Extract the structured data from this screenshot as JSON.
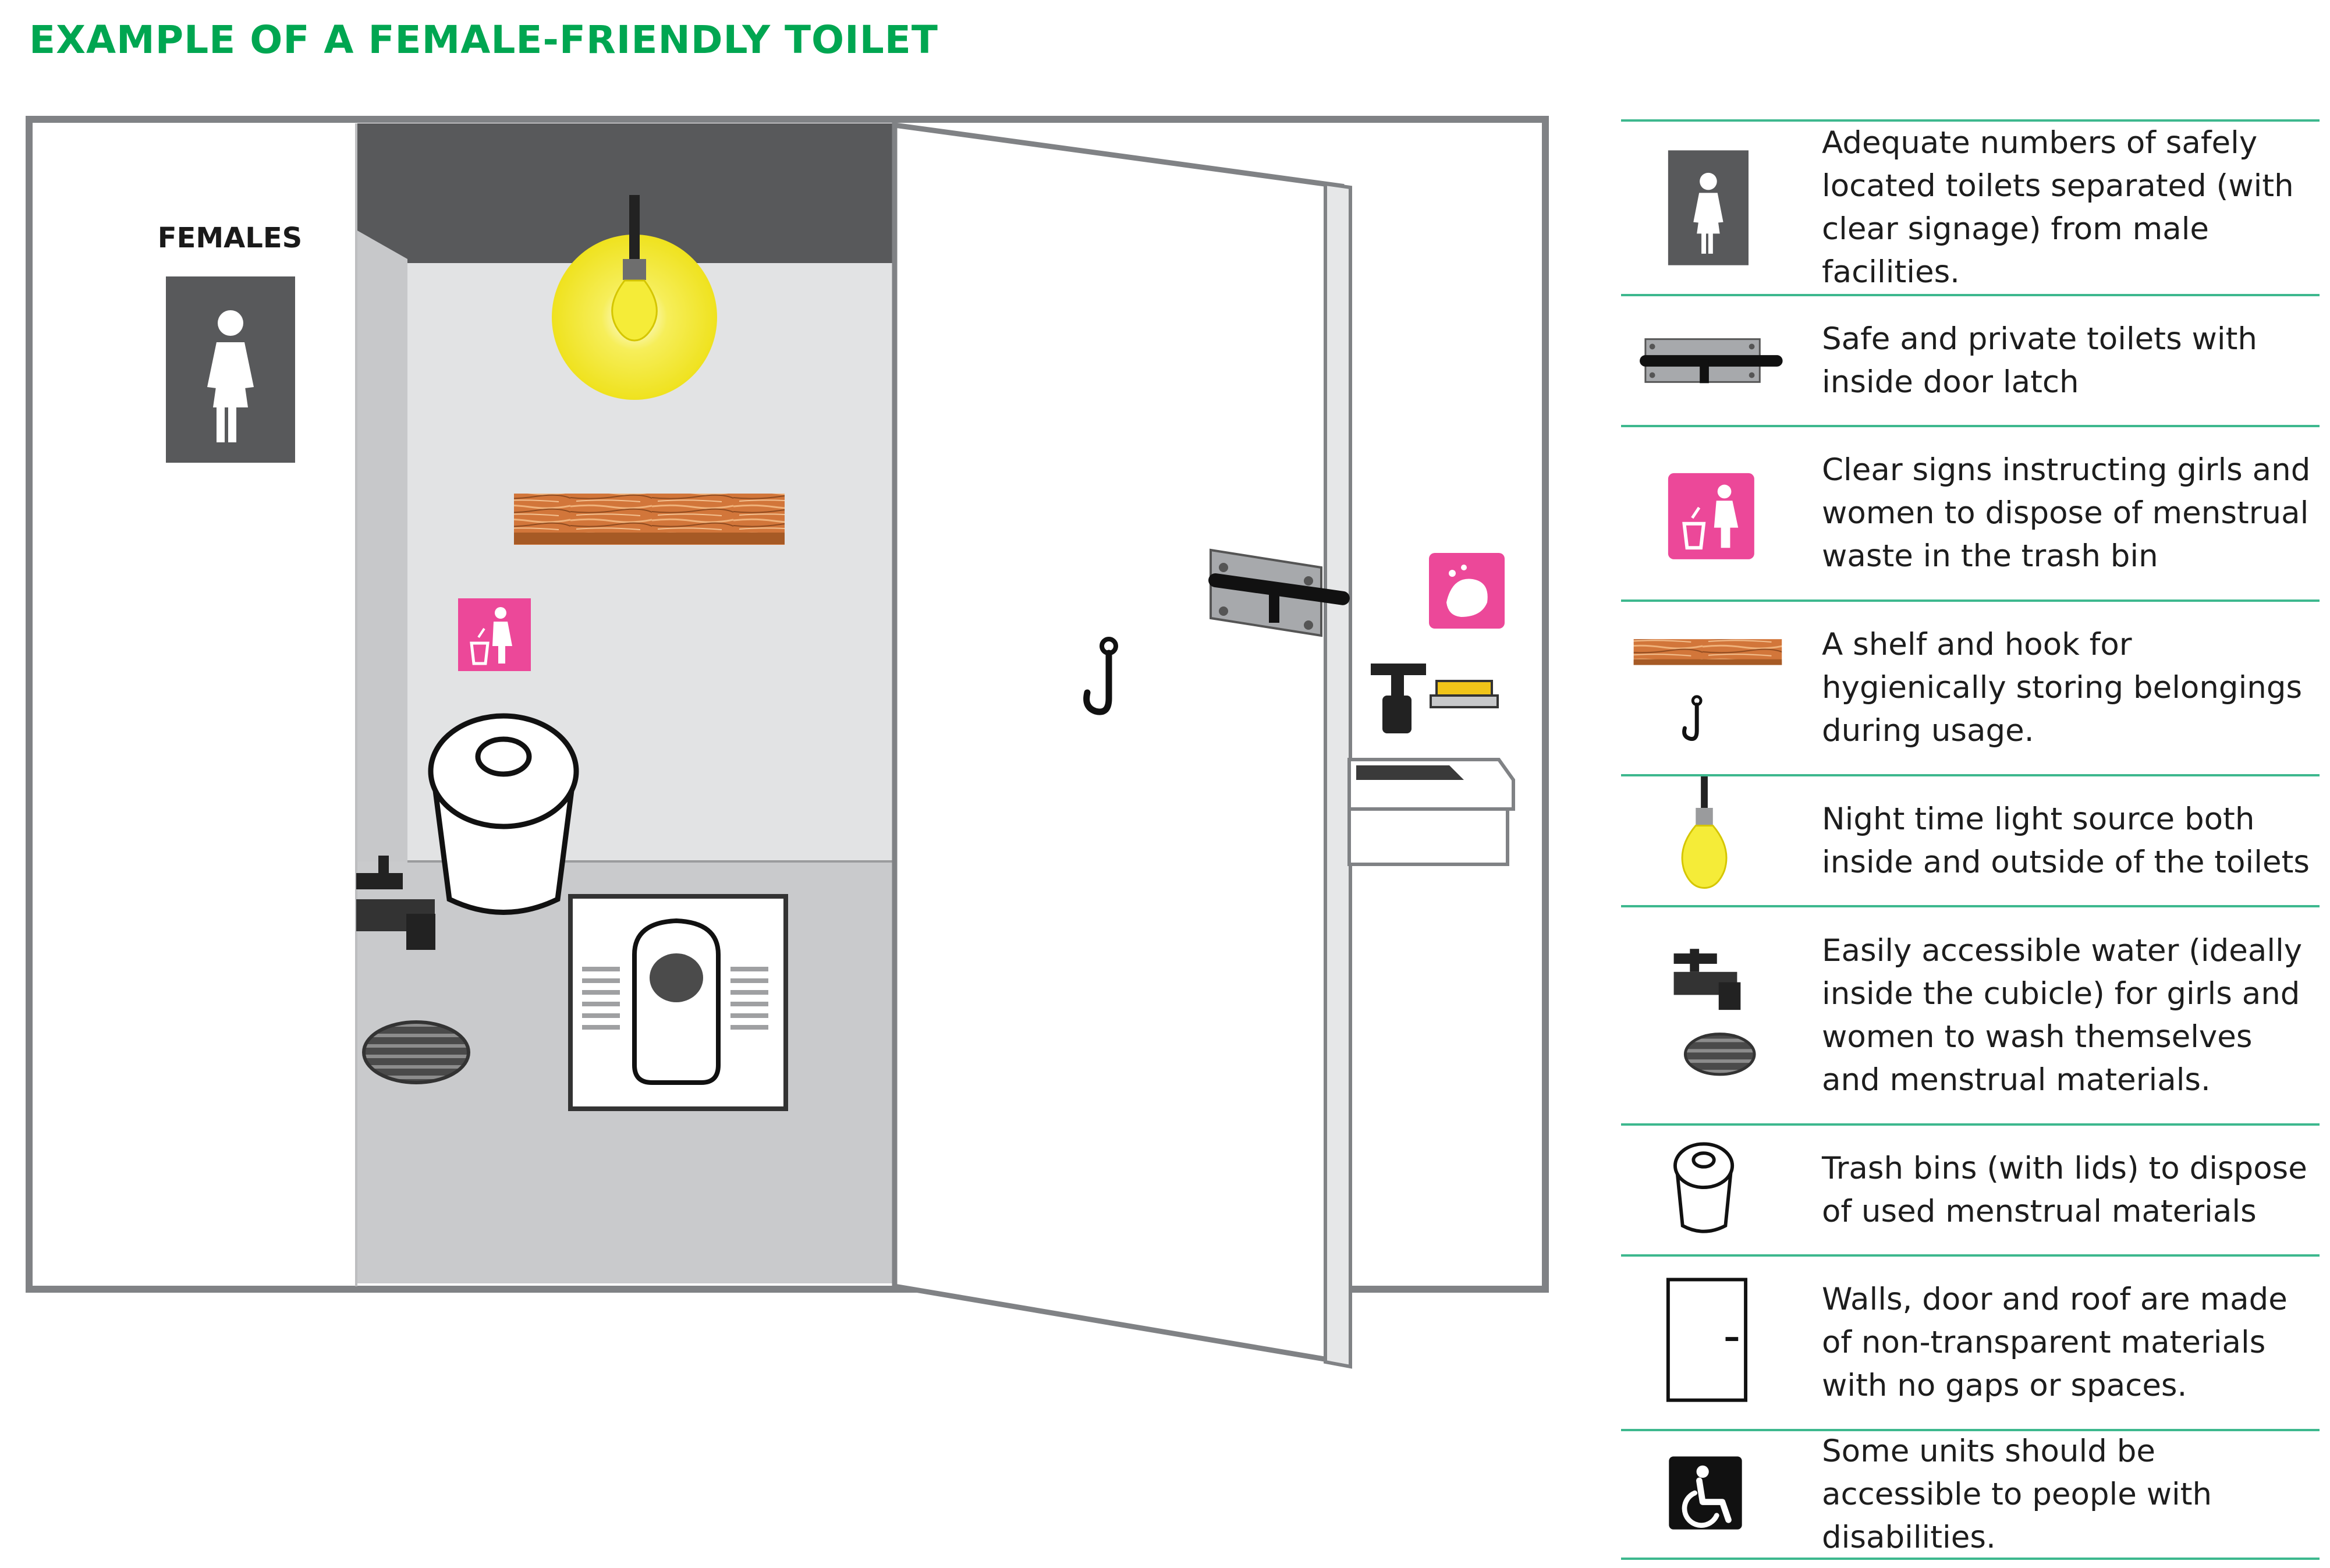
{
  "title": "EXAMPLE OF A FEMALE-FRIENDLY TOILET",
  "scene": {
    "sign_label": "FEMALES"
  },
  "colors": {
    "title_green": "#00A651",
    "divider_green": "#3DB88E",
    "sign_gray": "#58595B",
    "sign_pink": "#EC4899",
    "bulb_yellow": "#F2E828",
    "shelf_wood": "#D2763A",
    "latch_gray": "#A7A9AC"
  },
  "legend": [
    {
      "icon": "female-sign-icon",
      "text": "Adequate numbers of safely located toilets separated (with clear signage) from male facilities."
    },
    {
      "icon": "door-latch-icon",
      "text": "Safe and private toilets with inside door latch"
    },
    {
      "icon": "trash-disposal-sign-icon",
      "text": "Clear signs instructing girls and women to dispose of menstrual waste in the trash bin"
    },
    {
      "icon": "shelf-and-hook-icon",
      "text": "A shelf and hook for hygienically storing belongings during usage."
    },
    {
      "icon": "light-bulb-icon",
      "text": "Night time light source both inside and outside of the toilets"
    },
    {
      "icon": "tap-and-drain-icon",
      "text": "Easily accessible water (ideally inside the cubicle) for girls and women to wash themselves and menstrual materials."
    },
    {
      "icon": "trash-bin-with-lid-icon",
      "text": "Trash bins (with lids) to dispose of used menstrual materials"
    },
    {
      "icon": "closed-door-icon",
      "text": "Walls, door and roof are made of non-transparent materials with no gaps or spaces."
    },
    {
      "icon": "wheelchair-accessibility-icon",
      "text": "Some units should be accessible to people with disabilities."
    }
  ]
}
